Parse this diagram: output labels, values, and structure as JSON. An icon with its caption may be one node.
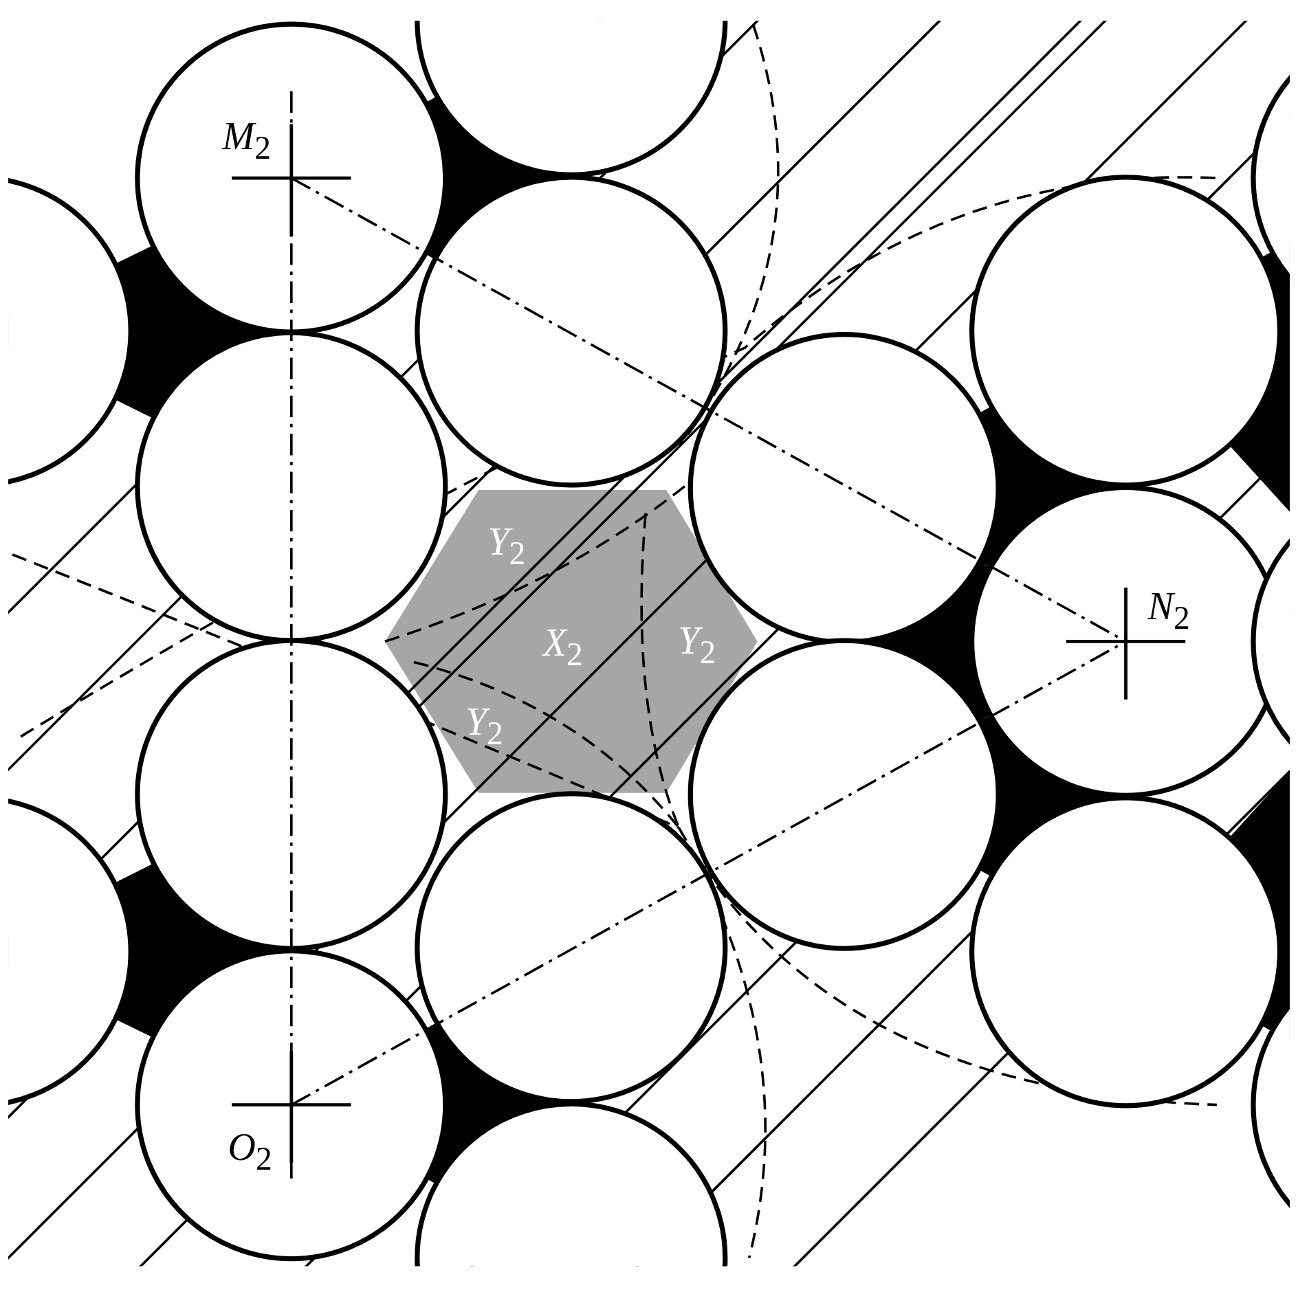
{
  "diagram": {
    "labels": [
      "M$_{2}$",
      "Y$_{2}$",
      "X$_{2}$",
      "Y$_{2}$",
      "N$_{2}$",
      "Y$_{2}$",
      "O$_{2}$"
    ]
  }
}
